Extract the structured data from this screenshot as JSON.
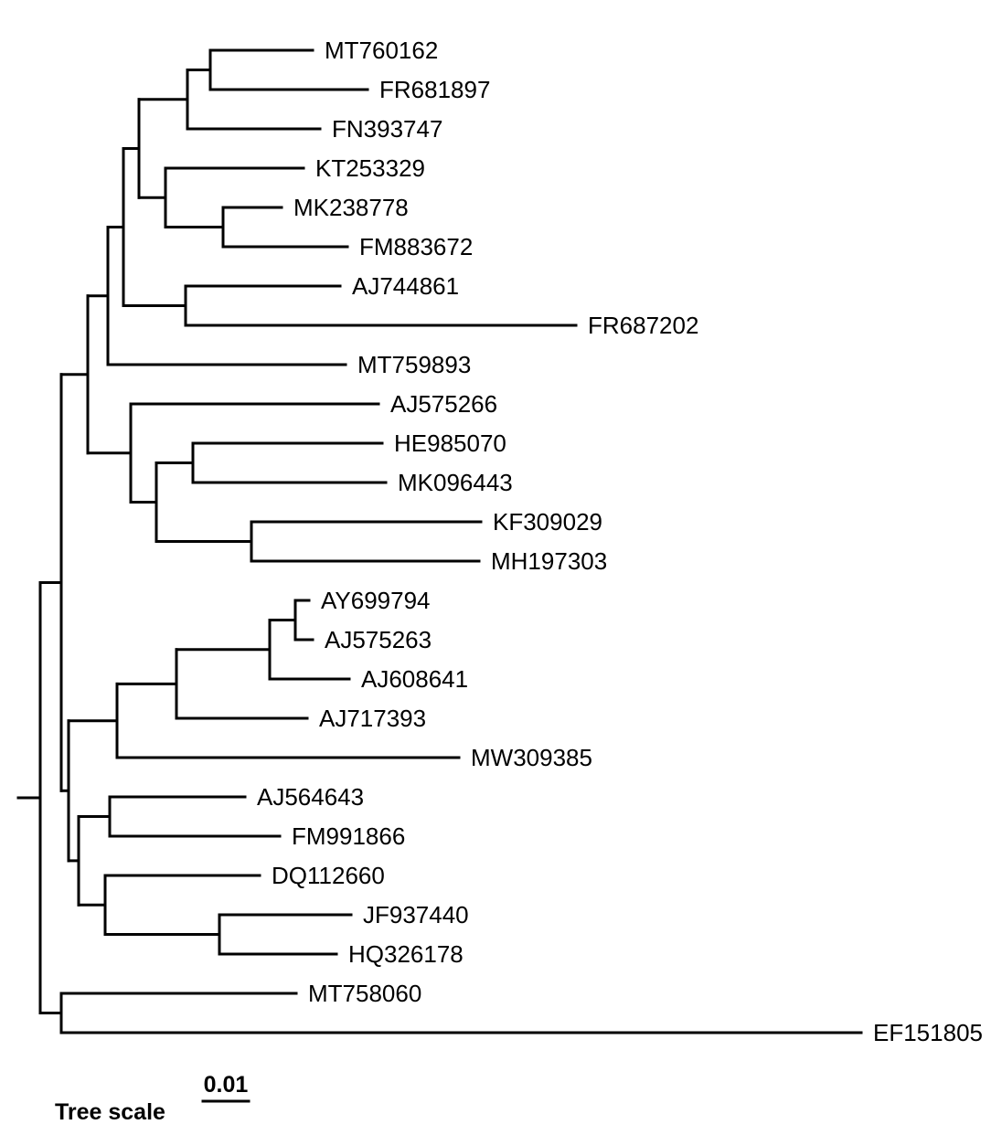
{
  "tree": {
    "line_color": "#000000",
    "label_color": "#000000",
    "taxa": [
      "MT760162",
      "FR681897",
      "FN393747",
      "KT253329",
      "MK238778",
      "FM883672",
      "AJ744861",
      "FR687202",
      "MT759893",
      "AJ575266",
      "HE985070",
      "MK096443",
      "KF309029",
      "MH197303",
      "AY699794",
      "AJ575263",
      "AJ608641",
      "AJ717393",
      "MW309385",
      "AJ564643",
      "FM991866",
      "DQ112660",
      "JF937440",
      "HQ326178",
      "MT758060",
      "EF151805"
    ]
  },
  "scale": {
    "title": "Tree scale",
    "value": "0.01"
  }
}
